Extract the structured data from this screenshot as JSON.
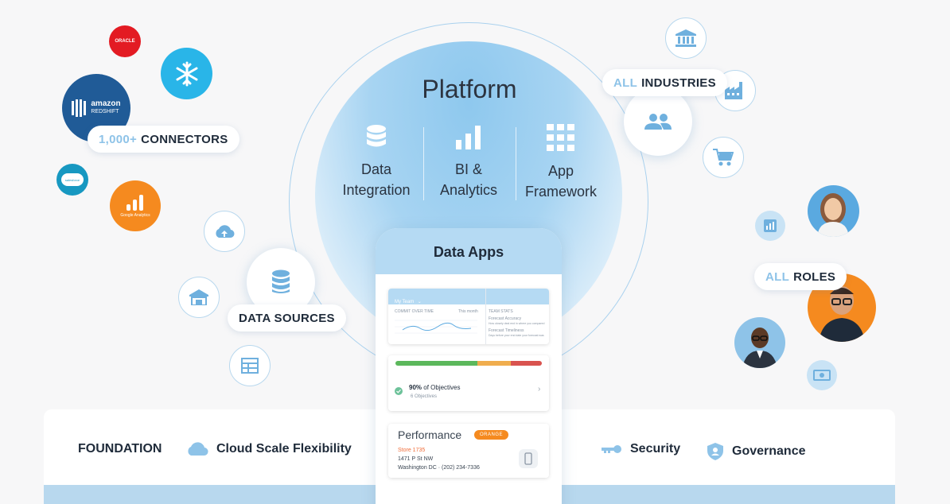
{
  "platform": {
    "title": "Platform",
    "pillars": [
      {
        "line1": "Data",
        "line2": "Integration",
        "icon": "database-icon"
      },
      {
        "line1": "BI &",
        "line2": "Analytics",
        "icon": "bar-chart-icon"
      },
      {
        "line1": "App",
        "line2": "Framework",
        "icon": "grid-icon"
      }
    ]
  },
  "connectors": {
    "count": "1,000+",
    "label": "CONNECTORS",
    "logos": {
      "oracle": "ORACLE",
      "amazon": "amazon",
      "redshift": "REDSHIFT",
      "salesforce": "salesforce",
      "google": "Google Analytics"
    }
  },
  "data_sources": {
    "label": "DATA SOURCES"
  },
  "industries": {
    "highlight": "ALL",
    "label": "INDUSTRIES"
  },
  "roles": {
    "highlight": "ALL",
    "label": "ROLES"
  },
  "data_apps": {
    "title": "Data Apps",
    "team_card": {
      "header": "My Team",
      "chart_title": "COMMIT OVER TIME",
      "chart_range": "This month",
      "stats_title": "TEAM STATS",
      "stat1": "Forecast Accuracy",
      "stat1_sub": "How closely deal end in where you compared",
      "stat2": "Forecast Timeliness",
      "stat2_sub": "Days before your end date your forecast was"
    },
    "objectives": {
      "percent": "90%",
      "label": "of Objectives",
      "sub": "6 Objectives",
      "segments_colors": [
        "#5cb85c",
        "#f0ad4e",
        "#d9534f"
      ]
    },
    "performance": {
      "title": "Performance",
      "badge": "ORANGE",
      "store": "Store 1735",
      "address": "1471 P St NW",
      "city_phone": "Washington DC · (202) 234-7336"
    }
  },
  "foundation": {
    "label": "FOUNDATION",
    "items": [
      {
        "label": "Cloud Scale Flexibility",
        "icon": "cloud-icon"
      },
      {
        "label": "Security",
        "icon": "key-icon"
      },
      {
        "label": "Governance",
        "icon": "shield-icon"
      }
    ]
  },
  "colors": {
    "accent": "#8ec3e8",
    "brand_blue": "#5aa9e0",
    "orange": "#f58a1f",
    "dark": "#1f2b3a"
  }
}
